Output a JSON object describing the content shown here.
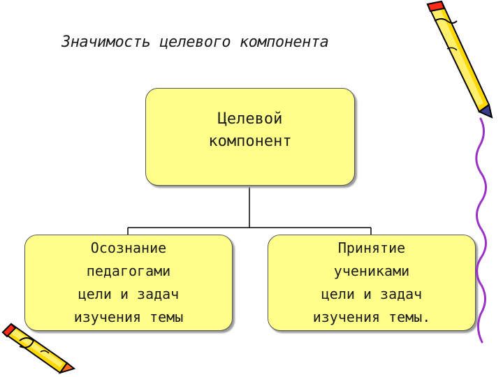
{
  "title": "Значимость целевого компонента",
  "diagram": {
    "root": {
      "label": "Целевой\nкомпонент"
    },
    "children": [
      {
        "label": "Осознание\nпедагогами\nцели и задач\nизучения темы"
      },
      {
        "label": "Принятие\nучениками\nцели и задач\nизучения темы."
      }
    ]
  },
  "colors": {
    "box_fill": "#ffff8a",
    "box_border": "#555555",
    "connector": "#000000",
    "pencil_body": "#ffd800",
    "pencil_accent": "#ff2a1a"
  },
  "icons": [
    "pencil-icon",
    "squiggle-line-icon"
  ]
}
